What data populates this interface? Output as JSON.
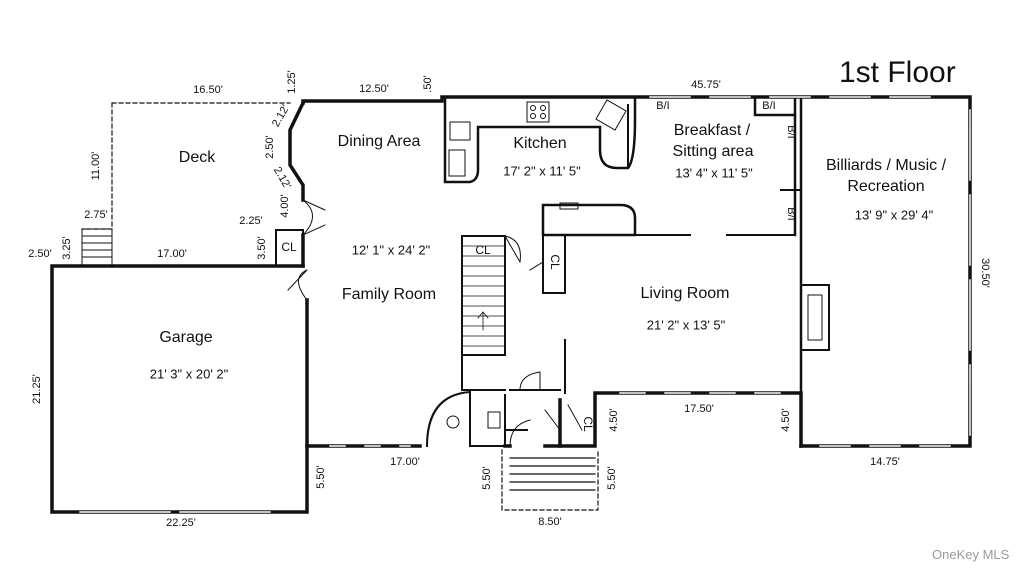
{
  "title": "1st Floor",
  "watermark": "OneKey MLS",
  "rooms": {
    "deck": {
      "name": "Deck"
    },
    "dining": {
      "name": "Dining Area"
    },
    "kitchen": {
      "name": "Kitchen",
      "size": "17' 2\" x 11' 5\""
    },
    "breakfast": {
      "name_line1": "Breakfast /",
      "name_line2": "Sitting area",
      "size": "13' 4\" x 11' 5\""
    },
    "billiards": {
      "name_line1": "Billiards / Music /",
      "name_line2": "Recreation",
      "size": "13' 9\" x 29' 4\""
    },
    "family": {
      "name": "Family Room",
      "size": "12' 1\" x 24' 2\""
    },
    "living": {
      "name": "Living Room",
      "size": "21' 2\" x 13' 5\""
    },
    "garage": {
      "name": "Garage",
      "size": "21' 3\" x 20' 2\""
    }
  },
  "closets": {
    "cl1": "CL",
    "cl2": "CL",
    "cl3": "CL",
    "cl4": "CL"
  },
  "builtins": {
    "bi1": "B/I",
    "bi2": "B/I",
    "bi3": "B/I",
    "bi4": "B/I"
  },
  "dimensions": {
    "deck_top": "16.50'",
    "deck_side": "11.00'",
    "top_1_25": "1.25'",
    "dining_top": "12.50'",
    "top_50": ".50'",
    "top_overall": "45.75'",
    "bay_2_12a": "2.12'",
    "bay_2_50": "2.50'",
    "bay_2_12b": "2.12'",
    "dining_4_00": "4.00'",
    "dining_2_25": "2.25'",
    "steps_2_75": "2.75'",
    "steps_3_25": "3.25'",
    "left_2_50": "2.50'",
    "garage_top": "17.00'",
    "cl_3_50": "3.50'",
    "right_30_50": "30.50'",
    "garage_left": "21.25'",
    "garage_bottom": "22.25'",
    "garage_5_50": "5.50'",
    "family_bottom": "17.00'",
    "entry_5_50a": "5.50'",
    "entry_5_50b": "5.50'",
    "entry_8_50": "8.50'",
    "living_bottom": "17.50'",
    "living_4_50a": "4.50'",
    "living_4_50b": "4.50'",
    "billiards_bottom": "14.75'"
  }
}
